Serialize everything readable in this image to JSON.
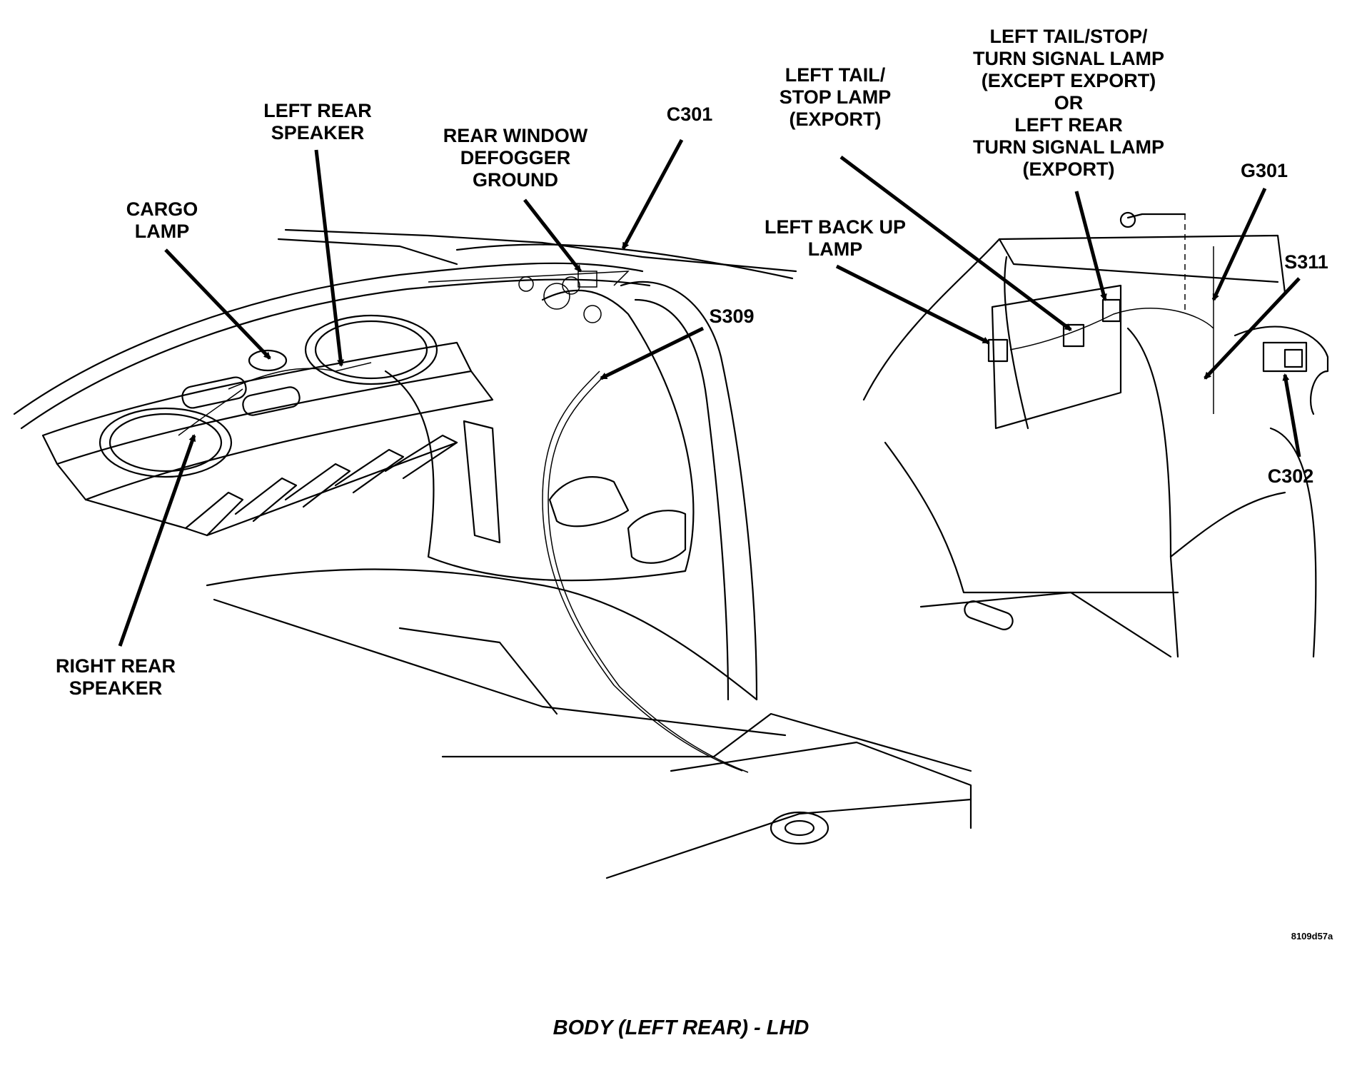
{
  "labels": {
    "cargo_lamp": [
      "CARGO",
      "LAMP"
    ],
    "left_rear_speaker": [
      "LEFT REAR",
      "SPEAKER"
    ],
    "rear_window_defogger_ground": [
      "REAR WINDOW",
      "DEFOGGER",
      "GROUND"
    ],
    "c301": [
      "C301"
    ],
    "s309": [
      "S309"
    ],
    "right_rear_speaker": [
      "RIGHT REAR",
      "SPEAKER"
    ],
    "left_tail_stop_lamp_export": [
      "LEFT TAIL/",
      "STOP LAMP",
      "(EXPORT)"
    ],
    "left_tail_stop_turn": [
      "LEFT TAIL/STOP/",
      "TURN SIGNAL LAMP",
      "(EXCEPT EXPORT)",
      "OR",
      "LEFT REAR",
      "TURN SIGNAL LAMP",
      "(EXPORT)"
    ],
    "left_back_up_lamp": [
      "LEFT BACK UP",
      "LAMP"
    ],
    "g301": [
      "G301"
    ],
    "s311": [
      "S311"
    ],
    "c302": [
      "C302"
    ]
  },
  "figure_id": "8109d57a",
  "caption": "BODY (LEFT REAR) - LHD"
}
